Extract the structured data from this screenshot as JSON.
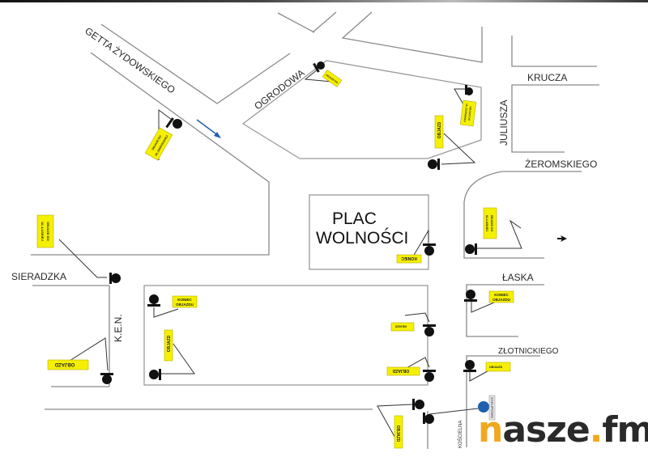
{
  "map": {
    "plaza": {
      "line1": "PLAC",
      "line2": "WOLNOŚCI"
    },
    "streets": {
      "getta": "GETTA ŻYDOWSKIEGO",
      "ogrodowa": "OGRODOWA",
      "krucza": "KRUCZA",
      "juliusza": "JULIUSZA",
      "zeromskiego": "ŻEROMSKIEGO",
      "sieradzka": "SIERADZKA",
      "ken": "K.E.N.",
      "laska": "ŁASKA",
      "zlotnickiego": "ZŁOTNICKIEGO",
      "koscielna": "KOŚCIELNA"
    },
    "signs": {
      "objazd": "OBJAZD",
      "koniec": "KONIEC",
      "koniec_objazdu_1": "KONIEC",
      "koniec_objazdu_2": "OBJAZDU",
      "objazd_do": "OBJAZD DO",
      "do_ulaskiej": "UL.ŁASKIEJ",
      "do_sieradzkiej": "UL.SIERADZKIEJ",
      "do_zgierskiej": "UL.ZGIERSKIEJ"
    },
    "colors": {
      "sign_fill": "#f5f000",
      "road": "#8a8a8a",
      "arrow_blue": "#1f5fae",
      "brand_orange": "#f1a81f"
    }
  },
  "logo": {
    "n": "n",
    "rest": "asze",
    "dot": ".",
    "fm": "fm",
    "badge": "ZAKUPOWO"
  }
}
